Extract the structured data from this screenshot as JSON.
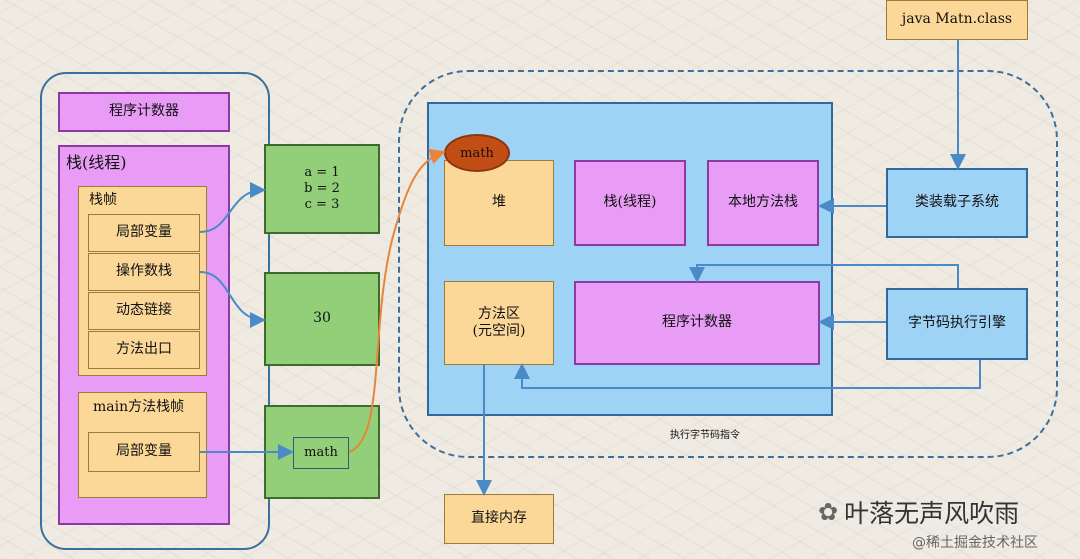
{
  "left": {
    "program_counter": "程序计数器",
    "thread_title": "栈(线程)",
    "frame_title": "栈帧",
    "frame_items": [
      "局部变量",
      "操作数栈",
      "动态链接",
      "方法出口"
    ],
    "main_frame_title": "main方法栈帧",
    "main_frame_item": "局部变量"
  },
  "middle": {
    "locals_values": "a = 1\nb = 2\nc = 3",
    "operand_value": "30",
    "math_ref": "math"
  },
  "runtime": {
    "top_command": "java Matn.class",
    "heap": "堆",
    "heap_object": "math",
    "stack": "栈(线程)",
    "native_stack": "本地方法栈",
    "class_loader": "类装载子系统",
    "method_area": "方法区\n(元空间)",
    "program_counter": "程序计数器",
    "bytecode_engine": "字节码执行引擎",
    "exec_caption": "执行字节码指令",
    "direct_memory": "直接内存"
  },
  "watermark": {
    "author": "叶落无声风吹雨",
    "site": "@稀土掘金技术社区"
  },
  "colors": {
    "pink": "#e89cf6",
    "orange": "#fbd898",
    "green": "#92cf78",
    "blue": "#9fd3f5",
    "line_blue": "#4a8ac7",
    "line_orange": "#e8853a"
  }
}
